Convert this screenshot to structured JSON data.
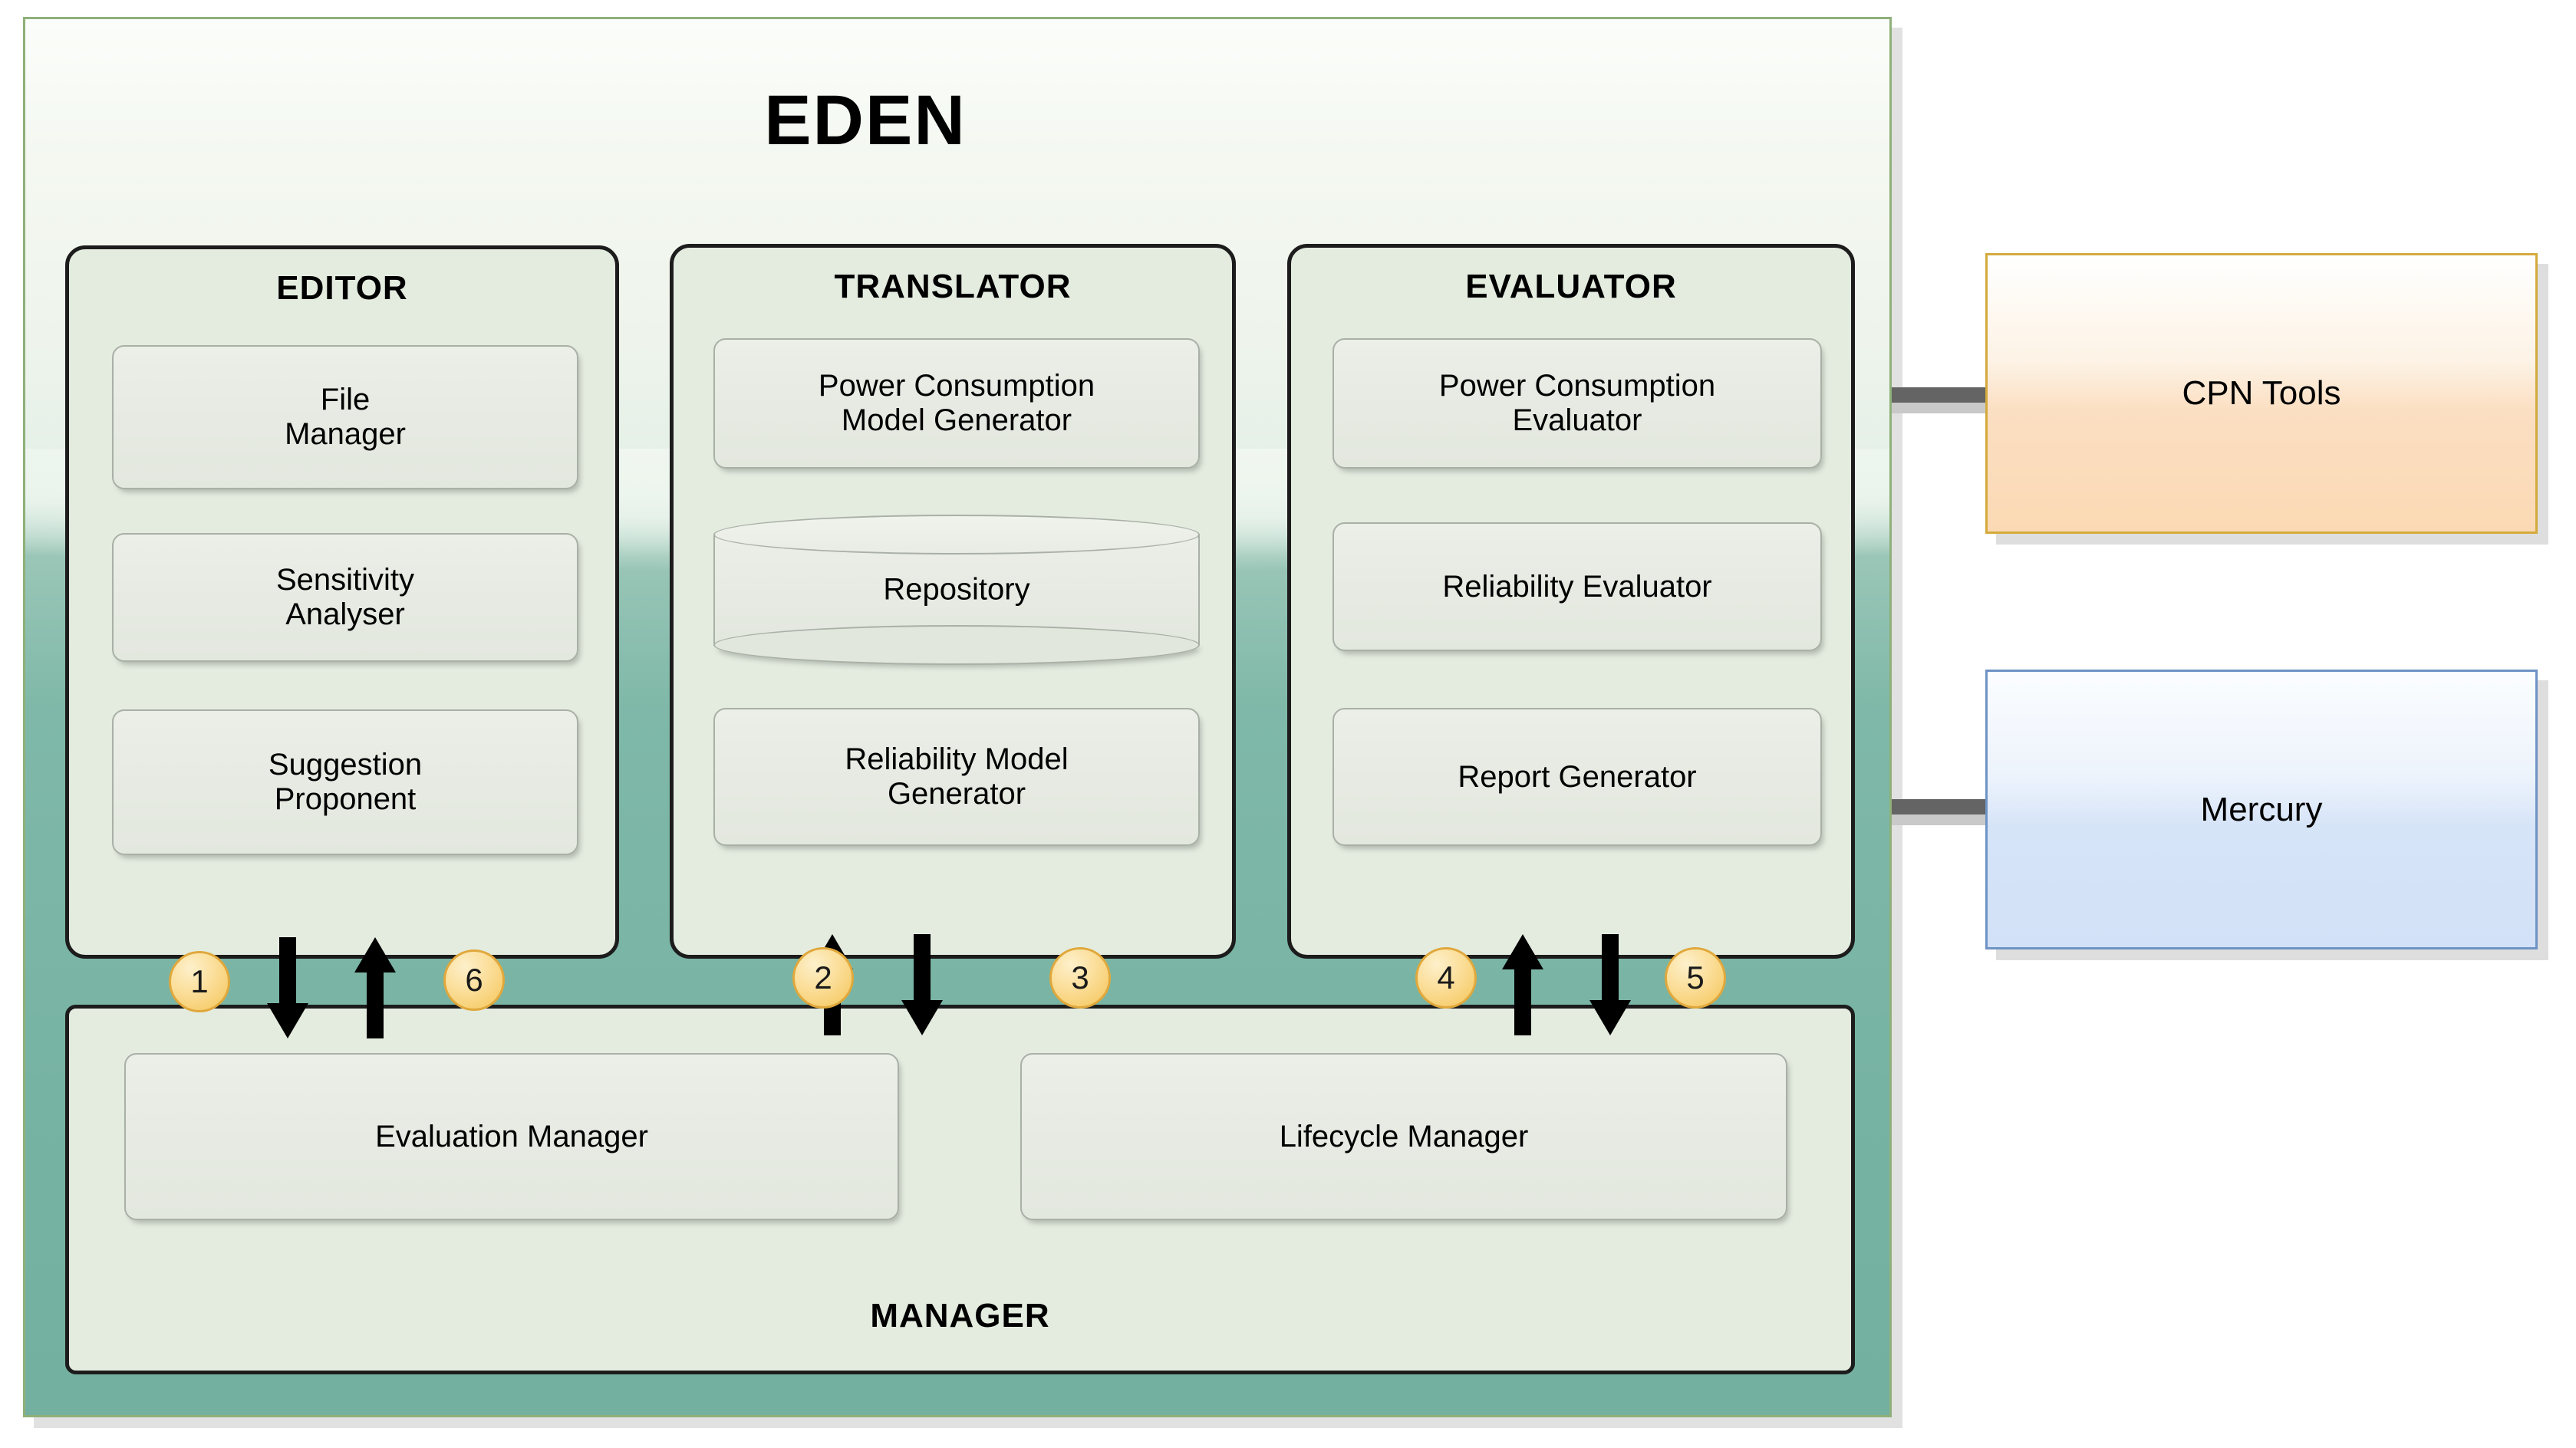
{
  "diagram": {
    "title": "EDEN",
    "columns": [
      {
        "id": "editor",
        "title": "EDITOR",
        "modules": [
          {
            "label": "File\nManager"
          },
          {
            "label": "Sensitivity\nAnalyser"
          },
          {
            "label": "Suggestion\nProponent"
          }
        ]
      },
      {
        "id": "translator",
        "title": "TRANSLATOR",
        "modules": [
          {
            "label": "Power Consumption\nModel Generator"
          },
          {
            "label": "Repository",
            "shape": "cylinder"
          },
          {
            "label": "Reliability Model\nGenerator"
          }
        ]
      },
      {
        "id": "evaluator",
        "title": "EVALUATOR",
        "modules": [
          {
            "label": "Power Consumption\nEvaluator"
          },
          {
            "label": "Reliability Evaluator"
          },
          {
            "label": "Report Generator"
          }
        ]
      }
    ],
    "manager": {
      "title": "MANAGER",
      "modules": [
        {
          "label": "Evaluation Manager"
        },
        {
          "label": "Lifecycle Manager"
        }
      ]
    },
    "flow_badges": [
      {
        "number": "1",
        "direction": "down"
      },
      {
        "number": "6",
        "direction": "up"
      },
      {
        "number": "2",
        "direction": "up"
      },
      {
        "number": "3",
        "direction": "down"
      },
      {
        "number": "4",
        "direction": "up"
      },
      {
        "number": "5",
        "direction": "down"
      }
    ],
    "external_tools": [
      {
        "id": "cpn-tools",
        "label": "CPN Tools",
        "color": "#fbd9b4",
        "border": "#d4aa3c"
      },
      {
        "id": "mercury",
        "label": "Mercury",
        "color": "#d2e1f7",
        "border": "#6e93c4"
      }
    ],
    "colors": {
      "container_border": "#8fb07a",
      "container_top": "#fbfdfa",
      "container_bottom": "#74b0a0",
      "panel_fill": "#e4ece0",
      "panel_border": "#1c1c1c",
      "module_fill": "#e8ece4",
      "module_border": "#a9b0a6",
      "badge_fill": "#f7cf72",
      "badge_border": "#e0a83c",
      "connector": "#646464",
      "arrow": "#000000"
    }
  }
}
